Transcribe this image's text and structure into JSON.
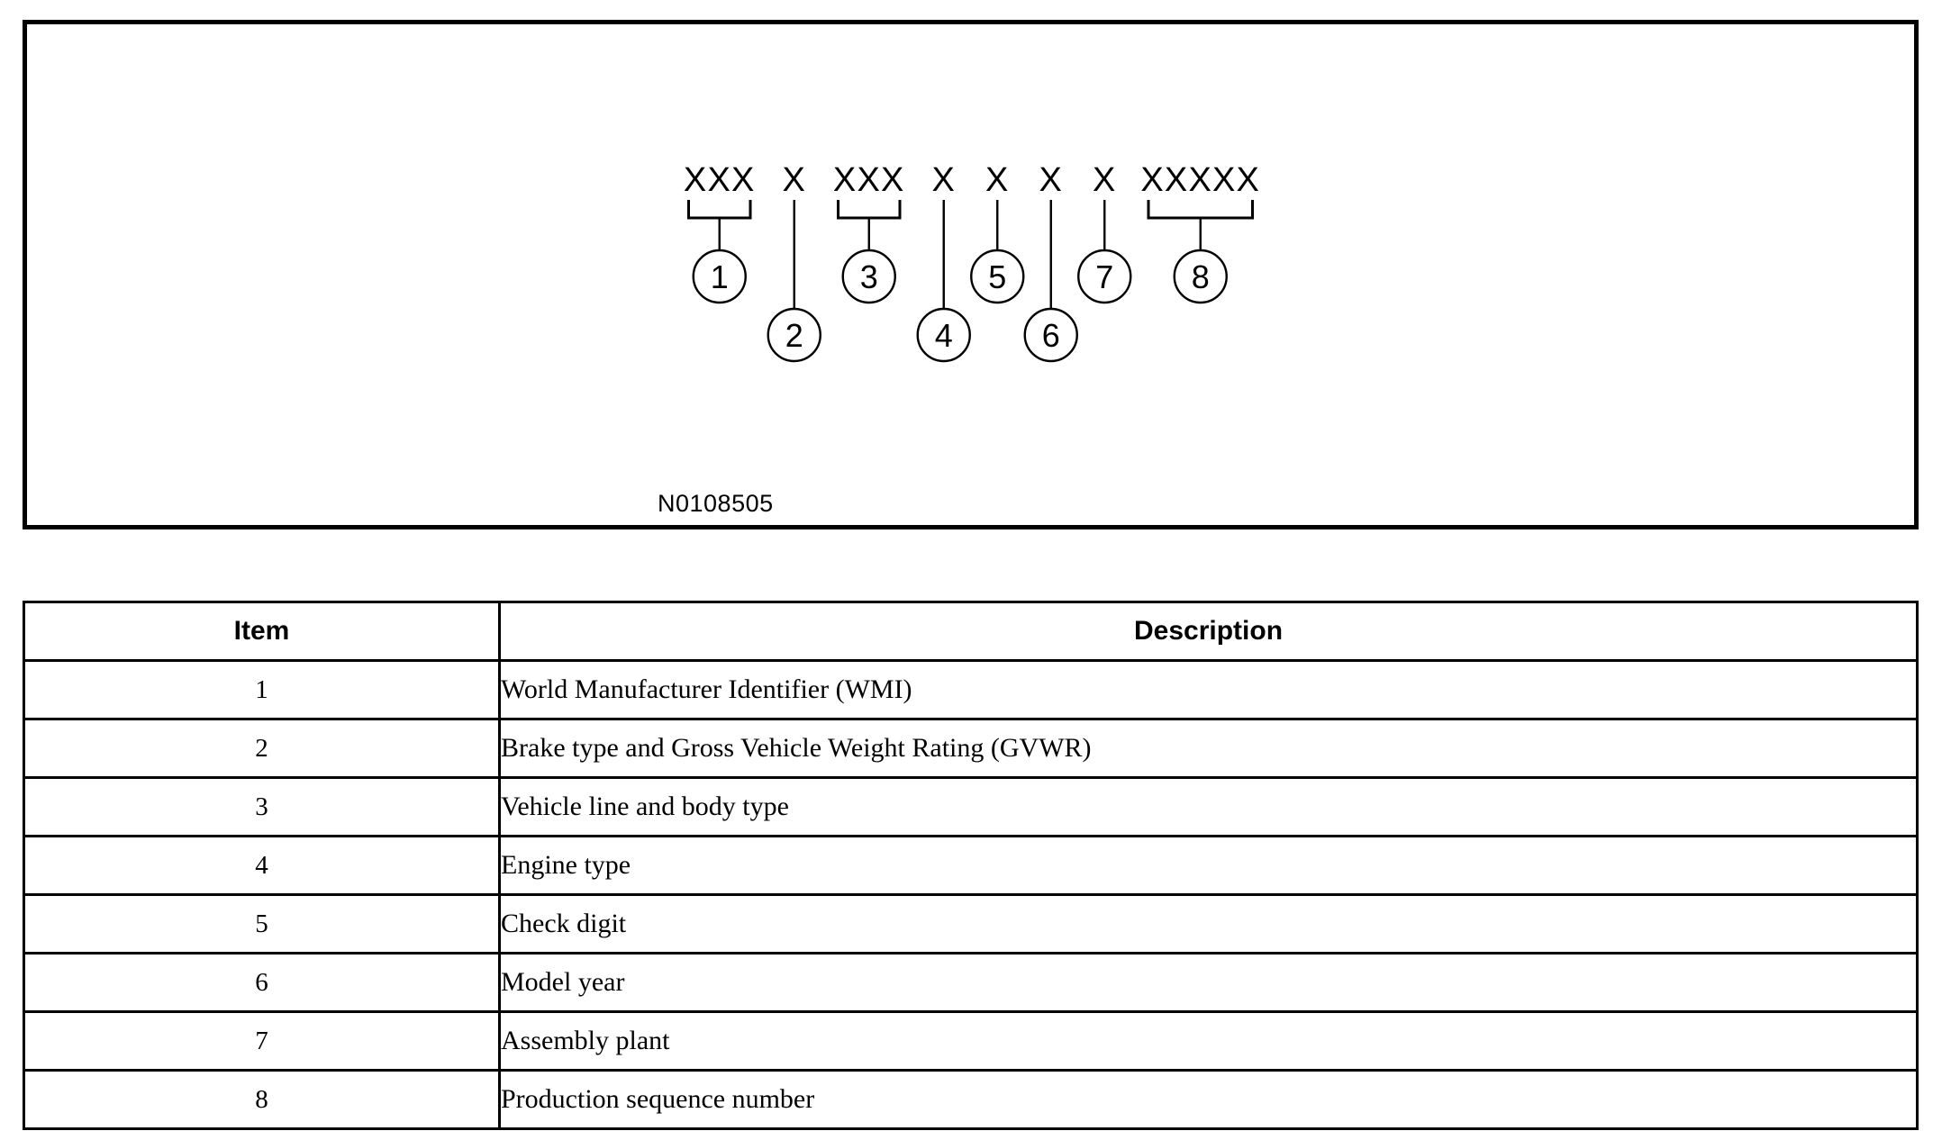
{
  "illustration": {
    "figure_reference": "N0108505",
    "vin_pattern": {
      "groups": [
        {
          "callout": "1",
          "chars": "XXX",
          "bracket": true,
          "row": "upper"
        },
        {
          "callout": "2",
          "chars": "X",
          "bracket": false,
          "row": "lower"
        },
        {
          "callout": "3",
          "chars": "XXX",
          "bracket": true,
          "row": "upper"
        },
        {
          "callout": "4",
          "chars": "X",
          "bracket": false,
          "row": "lower"
        },
        {
          "callout": "5",
          "chars": "X",
          "bracket": false,
          "row": "upper"
        },
        {
          "callout": "6",
          "chars": "X",
          "bracket": false,
          "row": "lower"
        },
        {
          "callout": "7",
          "chars": "X",
          "bracket": false,
          "row": "upper"
        },
        {
          "callout": "8",
          "chars": "XXXXX",
          "bracket": true,
          "row": "upper"
        }
      ]
    }
  },
  "table": {
    "headers": {
      "item": "Item",
      "description": "Description"
    },
    "rows": [
      {
        "item": "1",
        "description": "World Manufacturer Identifier (WMI)"
      },
      {
        "item": "2",
        "description": "Brake type and Gross Vehicle Weight Rating (GVWR)"
      },
      {
        "item": "3",
        "description": "Vehicle line and body type"
      },
      {
        "item": "4",
        "description": "Engine type"
      },
      {
        "item": "5",
        "description": "Check digit"
      },
      {
        "item": "6",
        "description": "Model year"
      },
      {
        "item": "7",
        "description": "Assembly plant"
      },
      {
        "item": "8",
        "description": "Production sequence number"
      }
    ]
  },
  "colors": {
    "ink": "#000000",
    "background": "#ffffff"
  }
}
